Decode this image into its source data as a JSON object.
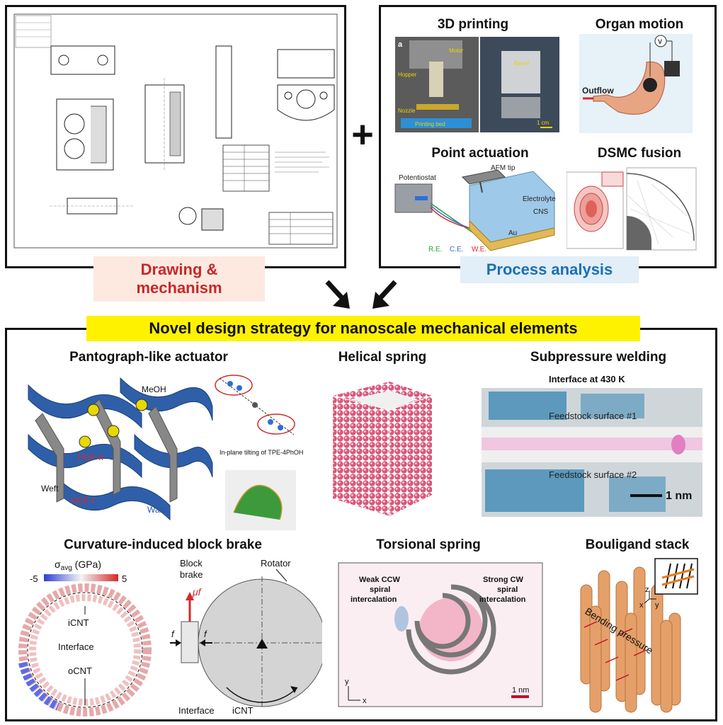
{
  "top_left": {
    "pill": "Drawing & mechanism",
    "pill_color": "#c62828",
    "pill_bg": "#fde9e0"
  },
  "plus": "+",
  "top_right": {
    "pill": "Process analysis",
    "pill_color": "#1a6fb5",
    "pill_bg": "#e2eef8",
    "panels": {
      "printing": {
        "title": "3D printing",
        "labels": [
          "a",
          "Hopper",
          "Motor",
          "Nozzle",
          "Printing bed",
          "Barrel",
          "1 cm"
        ]
      },
      "organ": {
        "title": "Organ motion",
        "labels": [
          "Outflow",
          "V"
        ]
      },
      "point": {
        "title": "Point actuation",
        "labels": [
          "Potentiostat",
          "AFM tip",
          "Electrolyte",
          "CNS",
          "Au",
          "R.E.",
          "C.E.",
          "W.E."
        ]
      },
      "dsmc": {
        "title": "DSMC fusion"
      }
    }
  },
  "banner": {
    "text": "Novel design strategy for nanoscale mechanical elements",
    "bg": "#fff200"
  },
  "bottom": {
    "pantograph": {
      "title": "Pantograph-like actuator",
      "labels": {
        "meoh": "MeOH",
        "hof2": "HOF-II",
        "hof1": "HOF-I",
        "weft": "Weft",
        "warp": "Warp",
        "caption": "In-plane tilting of TPE-4PhOH molecule"
      }
    },
    "helical": {
      "title": "Helical spring"
    },
    "welding": {
      "title": "Subpressure welding",
      "labels": {
        "interface": "Interface at 430 K",
        "surf1": "Feedstock surface #1",
        "surf2": "Feedstock surface #2",
        "scale": "1 nm"
      }
    },
    "brake": {
      "title": "Curvature-induced block brake",
      "labels": {
        "sigma": "σ",
        "sigma_sub": "avg",
        "sigma_unit": " (GPa)",
        "min": "-5",
        "max": "5",
        "icnt": "iCNT",
        "interface": "Interface",
        "ocnt": "oCNT",
        "block": "Block",
        "brake": "brake",
        "rotator": "Rotator",
        "muf": "μf",
        "f": "f",
        "interface2": "Interface",
        "icnt2": "iCNT"
      }
    },
    "torsional": {
      "title": "Torsional spring",
      "labels": {
        "weak1": "Weak CCW",
        "weak2": "spiral",
        "weak3": "intercalation",
        "strong1": "Strong CW",
        "strong2": "spiral",
        "strong3": "intercalation",
        "scale": "1 nm",
        "y": "y",
        "x": "x"
      }
    },
    "bouligand": {
      "title": "Bouligand stack",
      "labels": {
        "pressure": "Bending pressure",
        "z": "z",
        "x": "x",
        "y": "y"
      }
    }
  }
}
